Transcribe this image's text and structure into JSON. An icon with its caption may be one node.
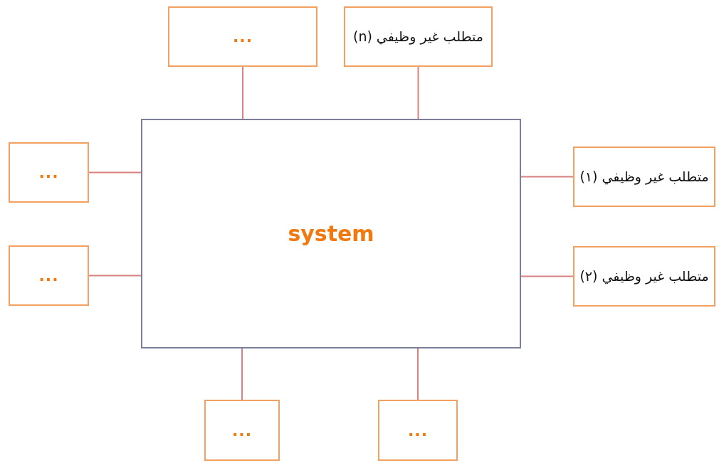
{
  "diagram": {
    "nodes": [
      {
        "text": [
          "system"
        ]
      },
      {
        "text": [
          "..."
        ]
      },
      {
        "text": [
          "متطلب غير وظيفي (n)"
        ]
      },
      {
        "text": [
          "..."
        ]
      },
      {
        "text": [
          "متطلب غير وظيفي (١)"
        ]
      },
      {
        "text": [
          "..."
        ]
      },
      {
        "text": [
          "متطلب غير وظيفي (٢)"
        ]
      },
      {
        "text": [
          "..."
        ]
      },
      {
        "text": [
          "..."
        ]
      }
    ],
    "edges": [
      {
        "from": 1,
        "to": 0,
        "arrow": "none"
      },
      {
        "from": 2,
        "to": 0,
        "arrow": "none"
      },
      {
        "from": 3,
        "to": 0,
        "arrow": "none"
      },
      {
        "from": 4,
        "to": 0,
        "arrow": "none"
      },
      {
        "from": 5,
        "to": 0,
        "arrow": "none"
      },
      {
        "from": 6,
        "to": 0,
        "arrow": "none"
      },
      {
        "from": 7,
        "to": 0,
        "arrow": "none"
      },
      {
        "from": 8,
        "to": 0,
        "arrow": "none"
      }
    ]
  }
}
